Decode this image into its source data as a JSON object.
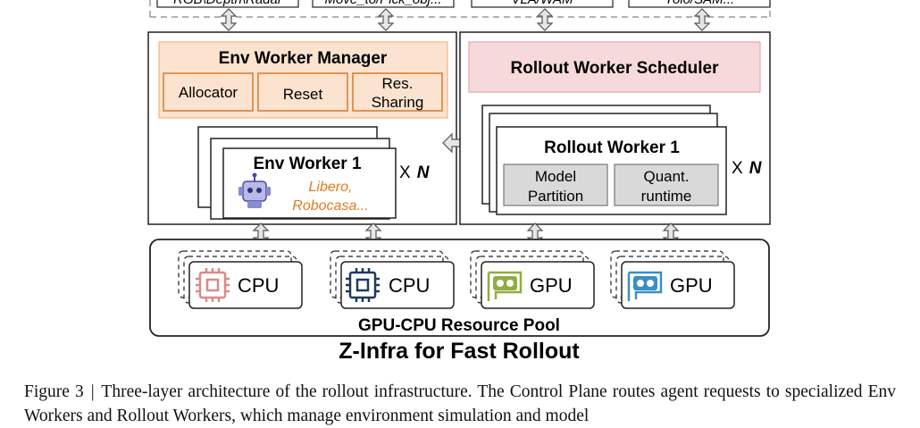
{
  "top_interfaces": [
    "RGB\\Depth\\Radar",
    "Move_to/Pick_obj...",
    "VLA/WAM",
    "Yolo/SAM..."
  ],
  "env_manager": {
    "title": "Env Worker Manager",
    "buttons": [
      "Allocator",
      "Reset",
      "Res.",
      "Sharing"
    ]
  },
  "rollout_scheduler": {
    "title": "Rollout Worker Scheduler"
  },
  "env_worker": {
    "title": "Env Worker 1",
    "sims_line1": "Libero,",
    "sims_line2": "Robocasa...",
    "multiplier": "X",
    "multiplier_var": "N"
  },
  "rollout_worker": {
    "title": "Rollout Worker 1",
    "box1_line1": "Model",
    "box1_line2": "Partition",
    "box2_line1": "Quant.",
    "box2_line2": "runtime",
    "multiplier": "X",
    "multiplier_var": "N"
  },
  "resources": [
    {
      "label": "CPU",
      "icon": "cpu-icon-pink",
      "color": "#d98b87"
    },
    {
      "label": "CPU",
      "icon": "cpu-icon-navy",
      "color": "#1f3a5f"
    },
    {
      "label": "GPU",
      "icon": "gpu-icon-green",
      "color": "#8fae3f"
    },
    {
      "label": "GPU",
      "icon": "gpu-icon-blue",
      "color": "#3a8fc4"
    }
  ],
  "pool_label": "GPU-CPU Resource Pool",
  "bottom_title": "Z-Infra for Fast Rollout",
  "caption": {
    "label": "Figure 3",
    "sep": "|",
    "text": "Three-layer architecture of the rollout infrastructure. The Control Plane routes agent requests to specialized Env Workers and Rollout Workers, which manage environment simulation and model"
  },
  "colors": {
    "manager_fill": "#fbe3cf",
    "manager_border": "#f0b487",
    "button_border": "#d9792c",
    "scheduler_fill": "#f6dadb",
    "scheduler_border": "#e6a8ab",
    "italic_orange": "#e07a1f",
    "gray_box": "#d9d9d9",
    "arrow_fill": "#e6e6e6"
  }
}
